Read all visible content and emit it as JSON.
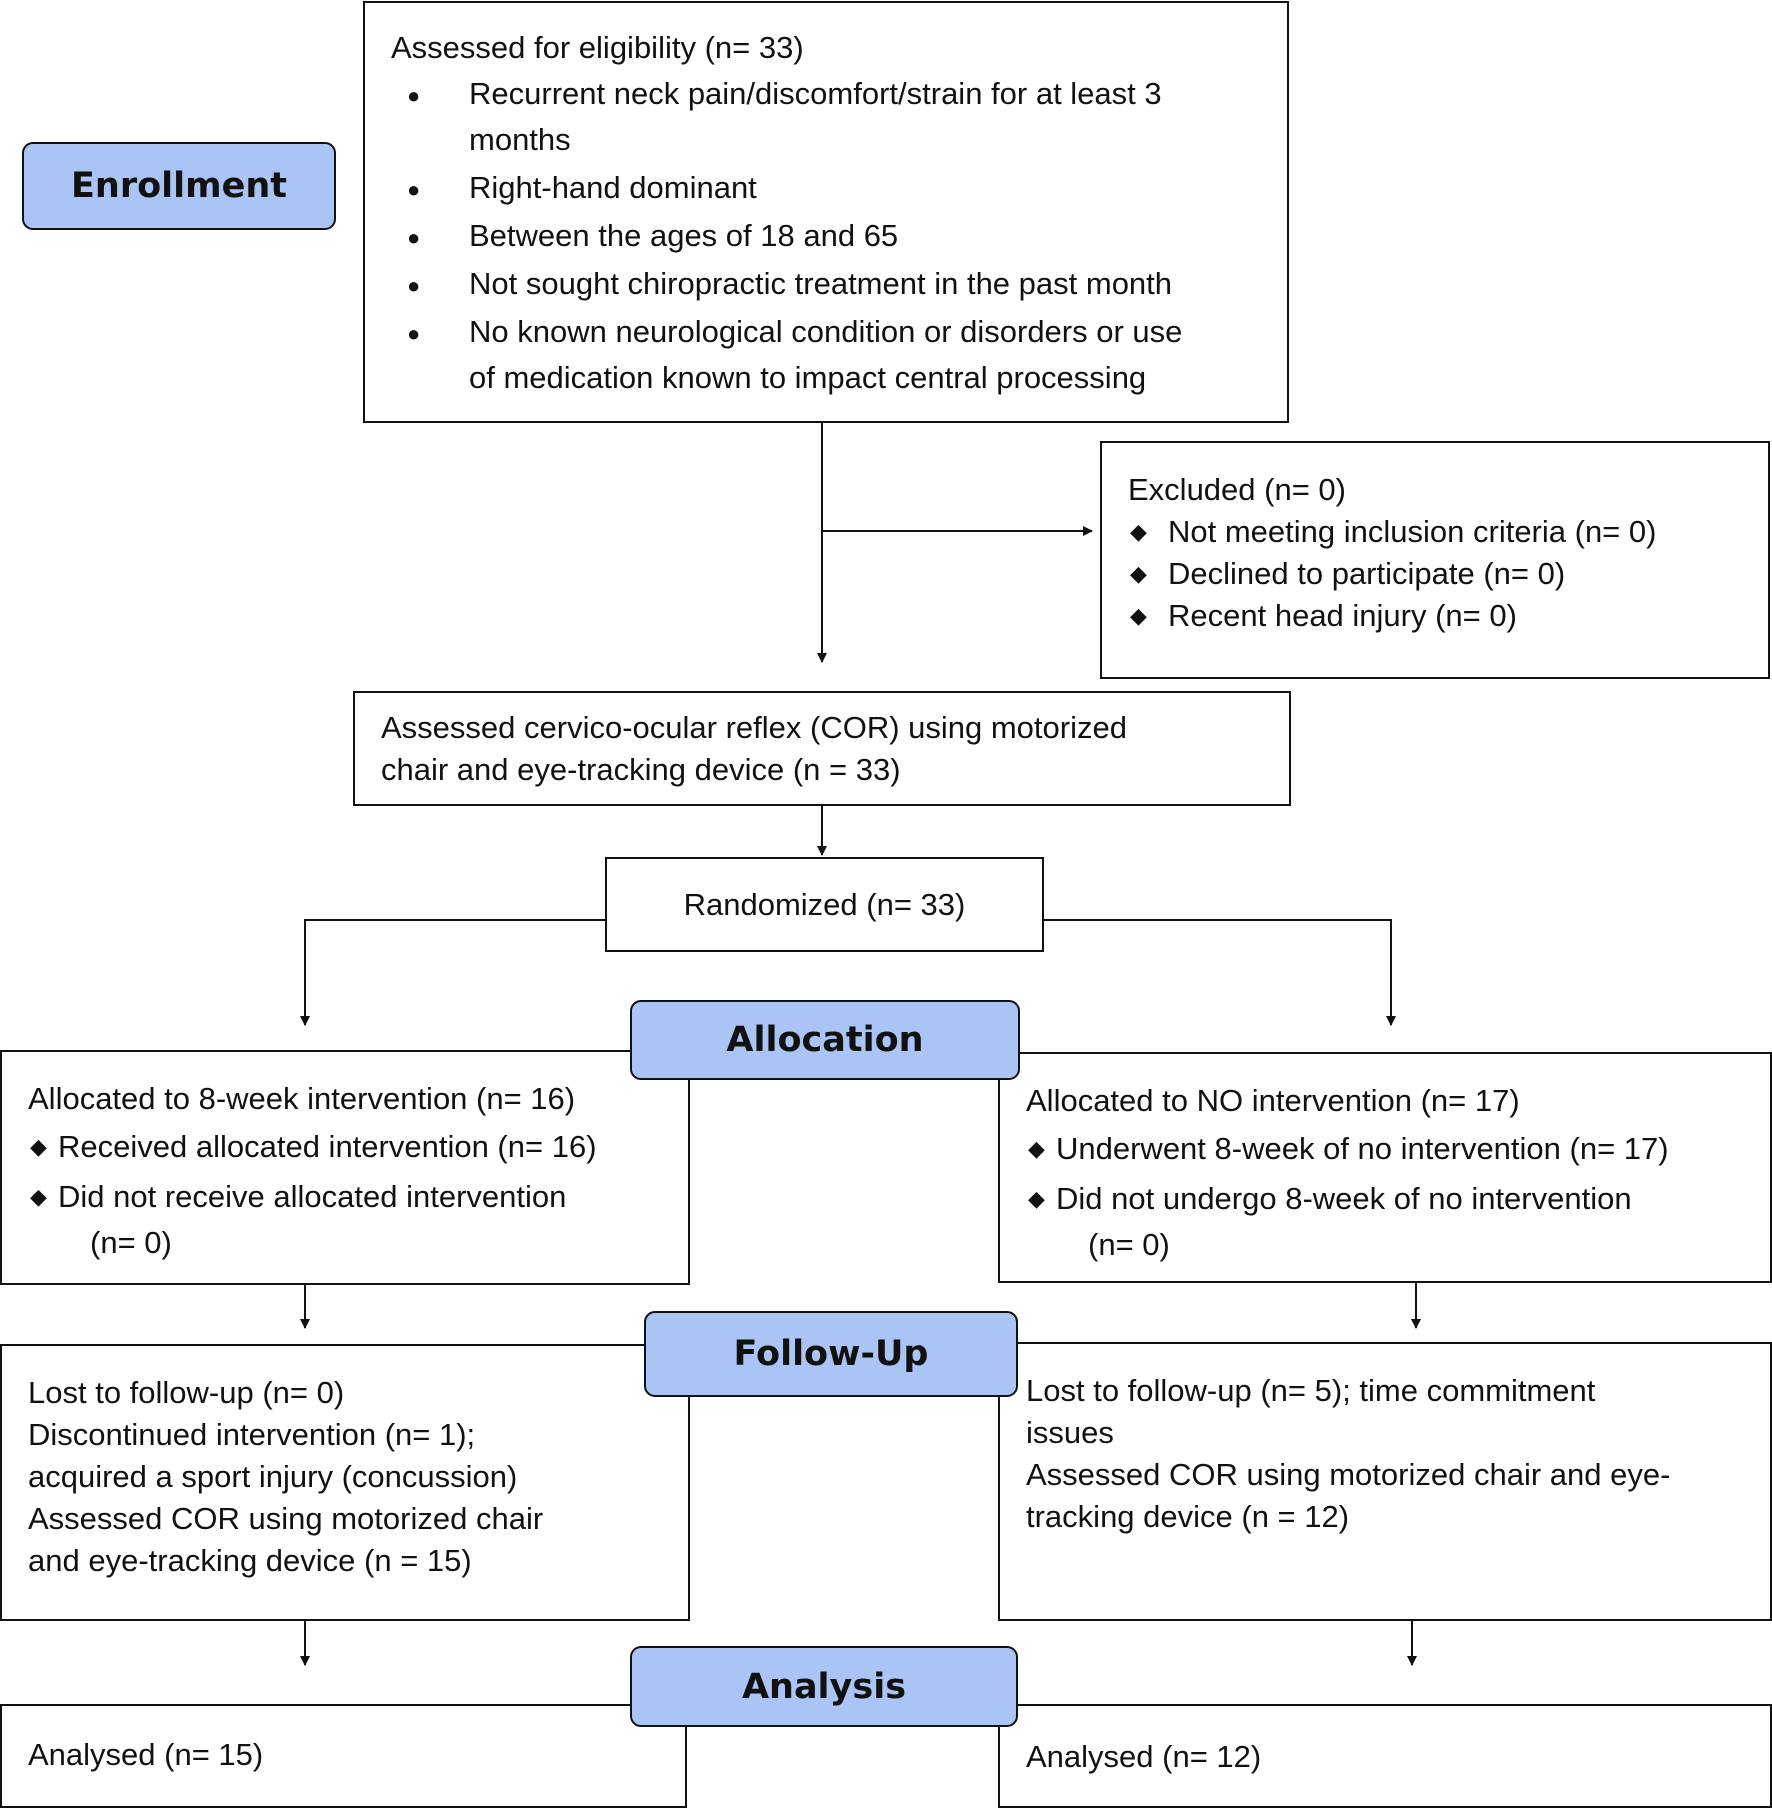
{
  "phases": {
    "enrollment": "Enrollment",
    "allocation": "Allocation",
    "followup": "Follow-Up",
    "analysis": "Analysis"
  },
  "eligibility": {
    "title": "Assessed for eligibility (n= 33)",
    "criteria": [
      "Recurrent neck pain/discomfort/strain for at least 3",
      "months",
      "Right-hand dominant",
      "Between the ages of 18 and 65",
      "Not sought chiropractic treatment in the past month",
      "No known neurological condition or disorders or use",
      "of medication known to impact central processing"
    ]
  },
  "excluded": {
    "title": "Excluded (n= 0)",
    "items": [
      "Not meeting inclusion criteria (n= 0)",
      "Declined to participate (n= 0)",
      "Recent head injury (n= 0)"
    ]
  },
  "baseline": {
    "lines": [
      "Assessed cervico-ocular reflex (COR) using motorized",
      "chair and eye-tracking device (n = 33)"
    ]
  },
  "randomized": "Randomized (n= 33)",
  "allocation": {
    "left": {
      "title": "Allocated to 8-week intervention (n= 16)",
      "items": [
        "Received allocated intervention (n= 16)",
        "Did not receive allocated intervention",
        "(n= 0)"
      ]
    },
    "right": {
      "title": "Allocated to NO intervention (n= 17)",
      "items": [
        "Underwent 8-week of no intervention (n= 17)",
        "Did not undergo 8-week of no intervention",
        "(n= 0)"
      ]
    }
  },
  "followup": {
    "left": [
      "Lost to follow-up (n= 0)",
      "Discontinued intervention (n= 1);",
      "acquired a sport injury (concussion)",
      "Assessed COR using motorized chair",
      "and eye-tracking device (n = 15)"
    ],
    "right": [
      "Lost to follow-up (n= 5); time commitment",
      "issues",
      "Assessed COR using motorized chair and eye-",
      "tracking device (n = 12)"
    ]
  },
  "analysis": {
    "left": "Analysed (n= 15)",
    "right": "Analysed (n= 12)"
  }
}
